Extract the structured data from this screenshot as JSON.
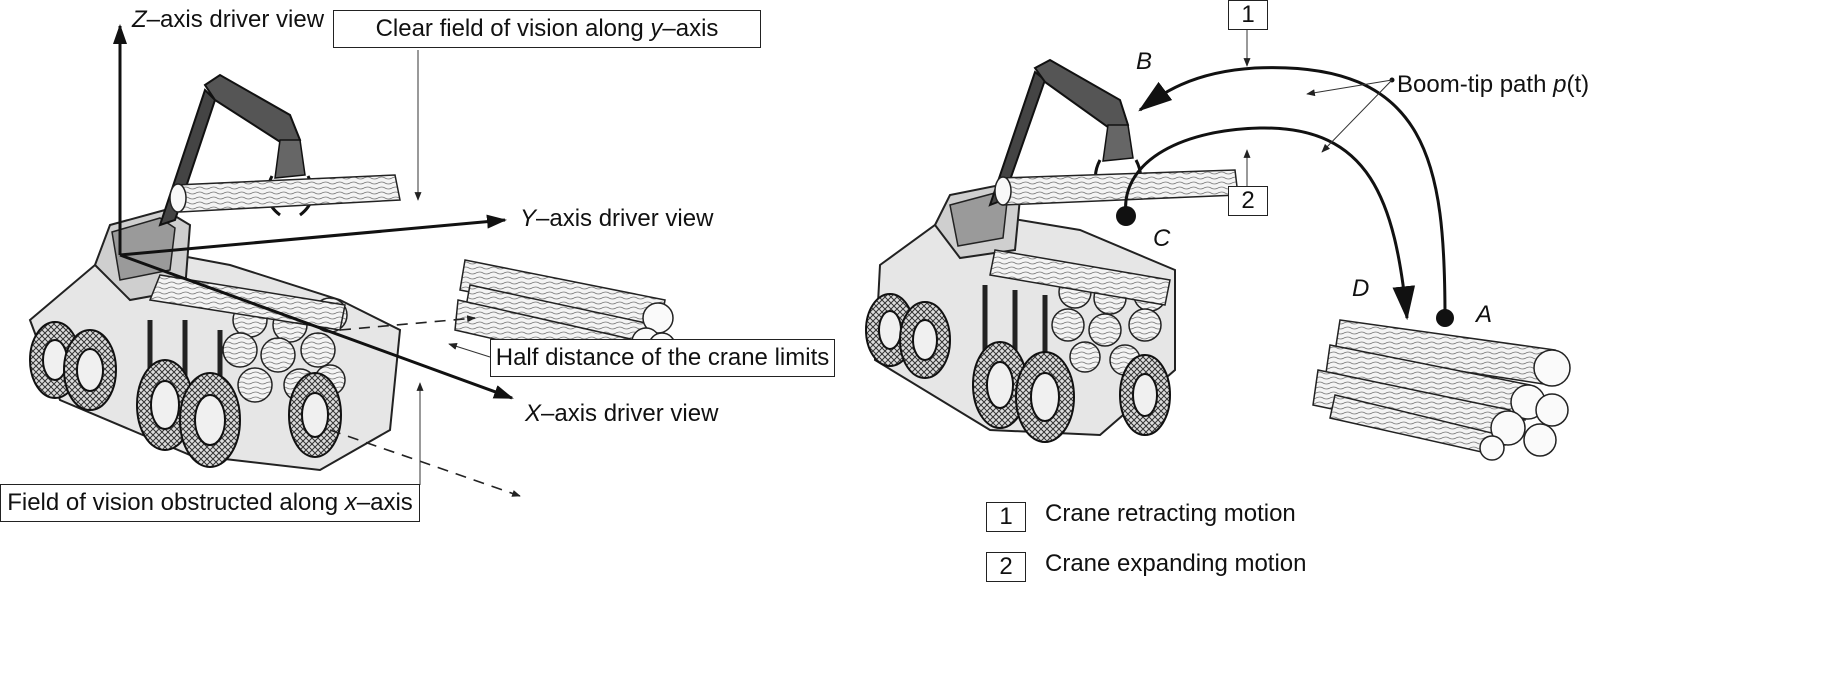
{
  "left_panel": {
    "z_axis": {
      "letter": "Z",
      "rest": "–axis driver view"
    },
    "y_axis": {
      "letter": "Y",
      "rest": "–axis driver view"
    },
    "x_axis": {
      "letter": "X",
      "rest": "–axis driver view"
    },
    "clear_field": {
      "pre": "Clear field of vision along ",
      "axis": "y",
      "post": "–axis"
    },
    "half_distance": "Half distance of the crane limits",
    "obstructed": {
      "pre": "Field of vision obstructed along ",
      "axis": "x",
      "post": "–axis"
    }
  },
  "right_panel": {
    "points": {
      "A": "A",
      "B": "B",
      "C": "C",
      "D": "D"
    },
    "boom_tip": {
      "pre": "Boom-tip path ",
      "var": "p",
      "post": "(t)"
    },
    "marker_1": "1",
    "marker_2": "2",
    "legend": [
      {
        "key": "1",
        "label": "Crane retracting motion"
      },
      {
        "key": "2",
        "label": "Crane expanding motion"
      }
    ]
  }
}
